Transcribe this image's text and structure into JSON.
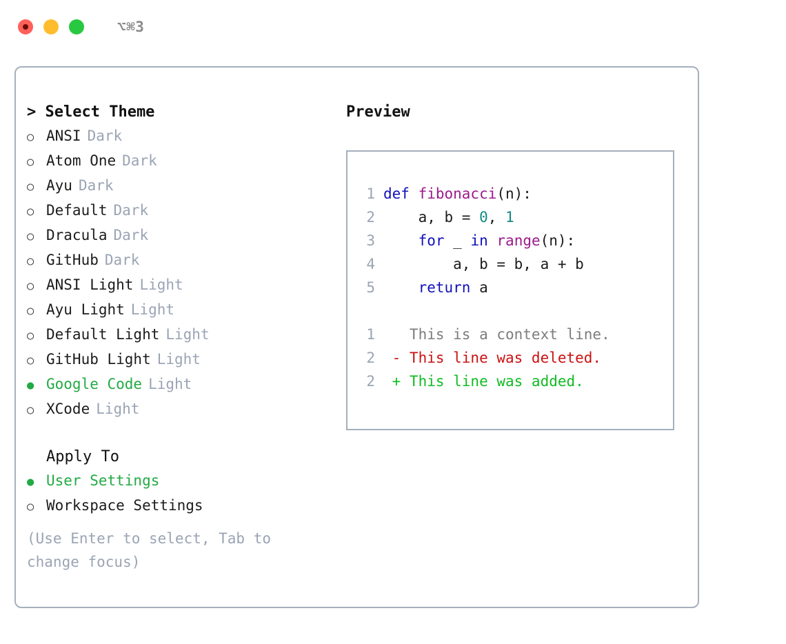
{
  "titlebar": {
    "shortcut": "⌥⌘3",
    "buttons": [
      {
        "name": "close",
        "color": "#ff6059"
      },
      {
        "name": "minimize",
        "color": "#ffbd2e"
      },
      {
        "name": "maximize",
        "color": "#28c840"
      }
    ]
  },
  "theme_picker": {
    "header": "> Select Theme",
    "options": [
      {
        "marker": "○",
        "label": "ANSI",
        "tag": "Dark",
        "selected": false
      },
      {
        "marker": "○",
        "label": "Atom One",
        "tag": "Dark",
        "selected": false
      },
      {
        "marker": "○",
        "label": "Ayu",
        "tag": "Dark",
        "selected": false
      },
      {
        "marker": "○",
        "label": "Default",
        "tag": "Dark",
        "selected": false
      },
      {
        "marker": "○",
        "label": "Dracula",
        "tag": "Dark",
        "selected": false
      },
      {
        "marker": "○",
        "label": "GitHub",
        "tag": "Dark",
        "selected": false
      },
      {
        "marker": "○",
        "label": "ANSI Light",
        "tag": "Light",
        "selected": false
      },
      {
        "marker": "○",
        "label": "Ayu Light",
        "tag": "Light",
        "selected": false
      },
      {
        "marker": "○",
        "label": "Default Light",
        "tag": "Light",
        "selected": false
      },
      {
        "marker": "○",
        "label": "GitHub Light",
        "tag": "Light",
        "selected": false
      },
      {
        "marker": "●",
        "label": "Google Code",
        "tag": "Light",
        "selected": true
      },
      {
        "marker": "○",
        "label": "XCode",
        "tag": "Light",
        "selected": false
      }
    ]
  },
  "apply_to": {
    "header": "Apply To",
    "options": [
      {
        "marker": "●",
        "label": "User Settings",
        "tag": "",
        "selected": true
      },
      {
        "marker": "○",
        "label": "Workspace Settings",
        "tag": "",
        "selected": false
      }
    ]
  },
  "hint": "(Use Enter to select, Tab to change focus)",
  "preview": {
    "title": "Preview",
    "code_lines": [
      {
        "number": "1",
        "tokens": [
          {
            "text": "def ",
            "type": "kw"
          },
          {
            "text": "fibonacci",
            "type": "fn"
          },
          {
            "text": "(n):",
            "type": "pun"
          }
        ]
      },
      {
        "number": "2",
        "tokens": [
          {
            "text": "    a, b = ",
            "type": "pun"
          },
          {
            "text": "0",
            "type": "num"
          },
          {
            "text": ", ",
            "type": "pun"
          },
          {
            "text": "1",
            "type": "num"
          }
        ]
      },
      {
        "number": "3",
        "tokens": [
          {
            "text": "    ",
            "type": "pun"
          },
          {
            "text": "for",
            "type": "kw"
          },
          {
            "text": " _ ",
            "type": "pun"
          },
          {
            "text": "in",
            "type": "kw"
          },
          {
            "text": " ",
            "type": "pun"
          },
          {
            "text": "range",
            "type": "fn"
          },
          {
            "text": "(n):",
            "type": "pun"
          }
        ]
      },
      {
        "number": "4",
        "tokens": [
          {
            "text": "        a, b = b, a + b",
            "type": "pun"
          }
        ]
      },
      {
        "number": "5",
        "tokens": [
          {
            "text": "    ",
            "type": "pun"
          },
          {
            "text": "return",
            "type": "kw"
          },
          {
            "text": " a",
            "type": "pun"
          }
        ]
      }
    ],
    "diff_lines": [
      {
        "number": "1",
        "sign": " ",
        "text": " This is a context line.",
        "type": "ctx"
      },
      {
        "number": "2",
        "sign": "-",
        "text": " This line was deleted.",
        "type": "del"
      },
      {
        "number": "2",
        "sign": "+",
        "text": " This line was added.",
        "type": "add"
      }
    ]
  },
  "colors": {
    "accent_green": "#22aa44",
    "muted": "#9aa4b4",
    "border": "#a5afbd",
    "keyword": "#1111bb",
    "function": "#9c1a8c",
    "number": "#128a82",
    "diff_add": "#11bb22",
    "diff_del": "#cc1111",
    "diff_ctx": "#7d7d7d"
  }
}
